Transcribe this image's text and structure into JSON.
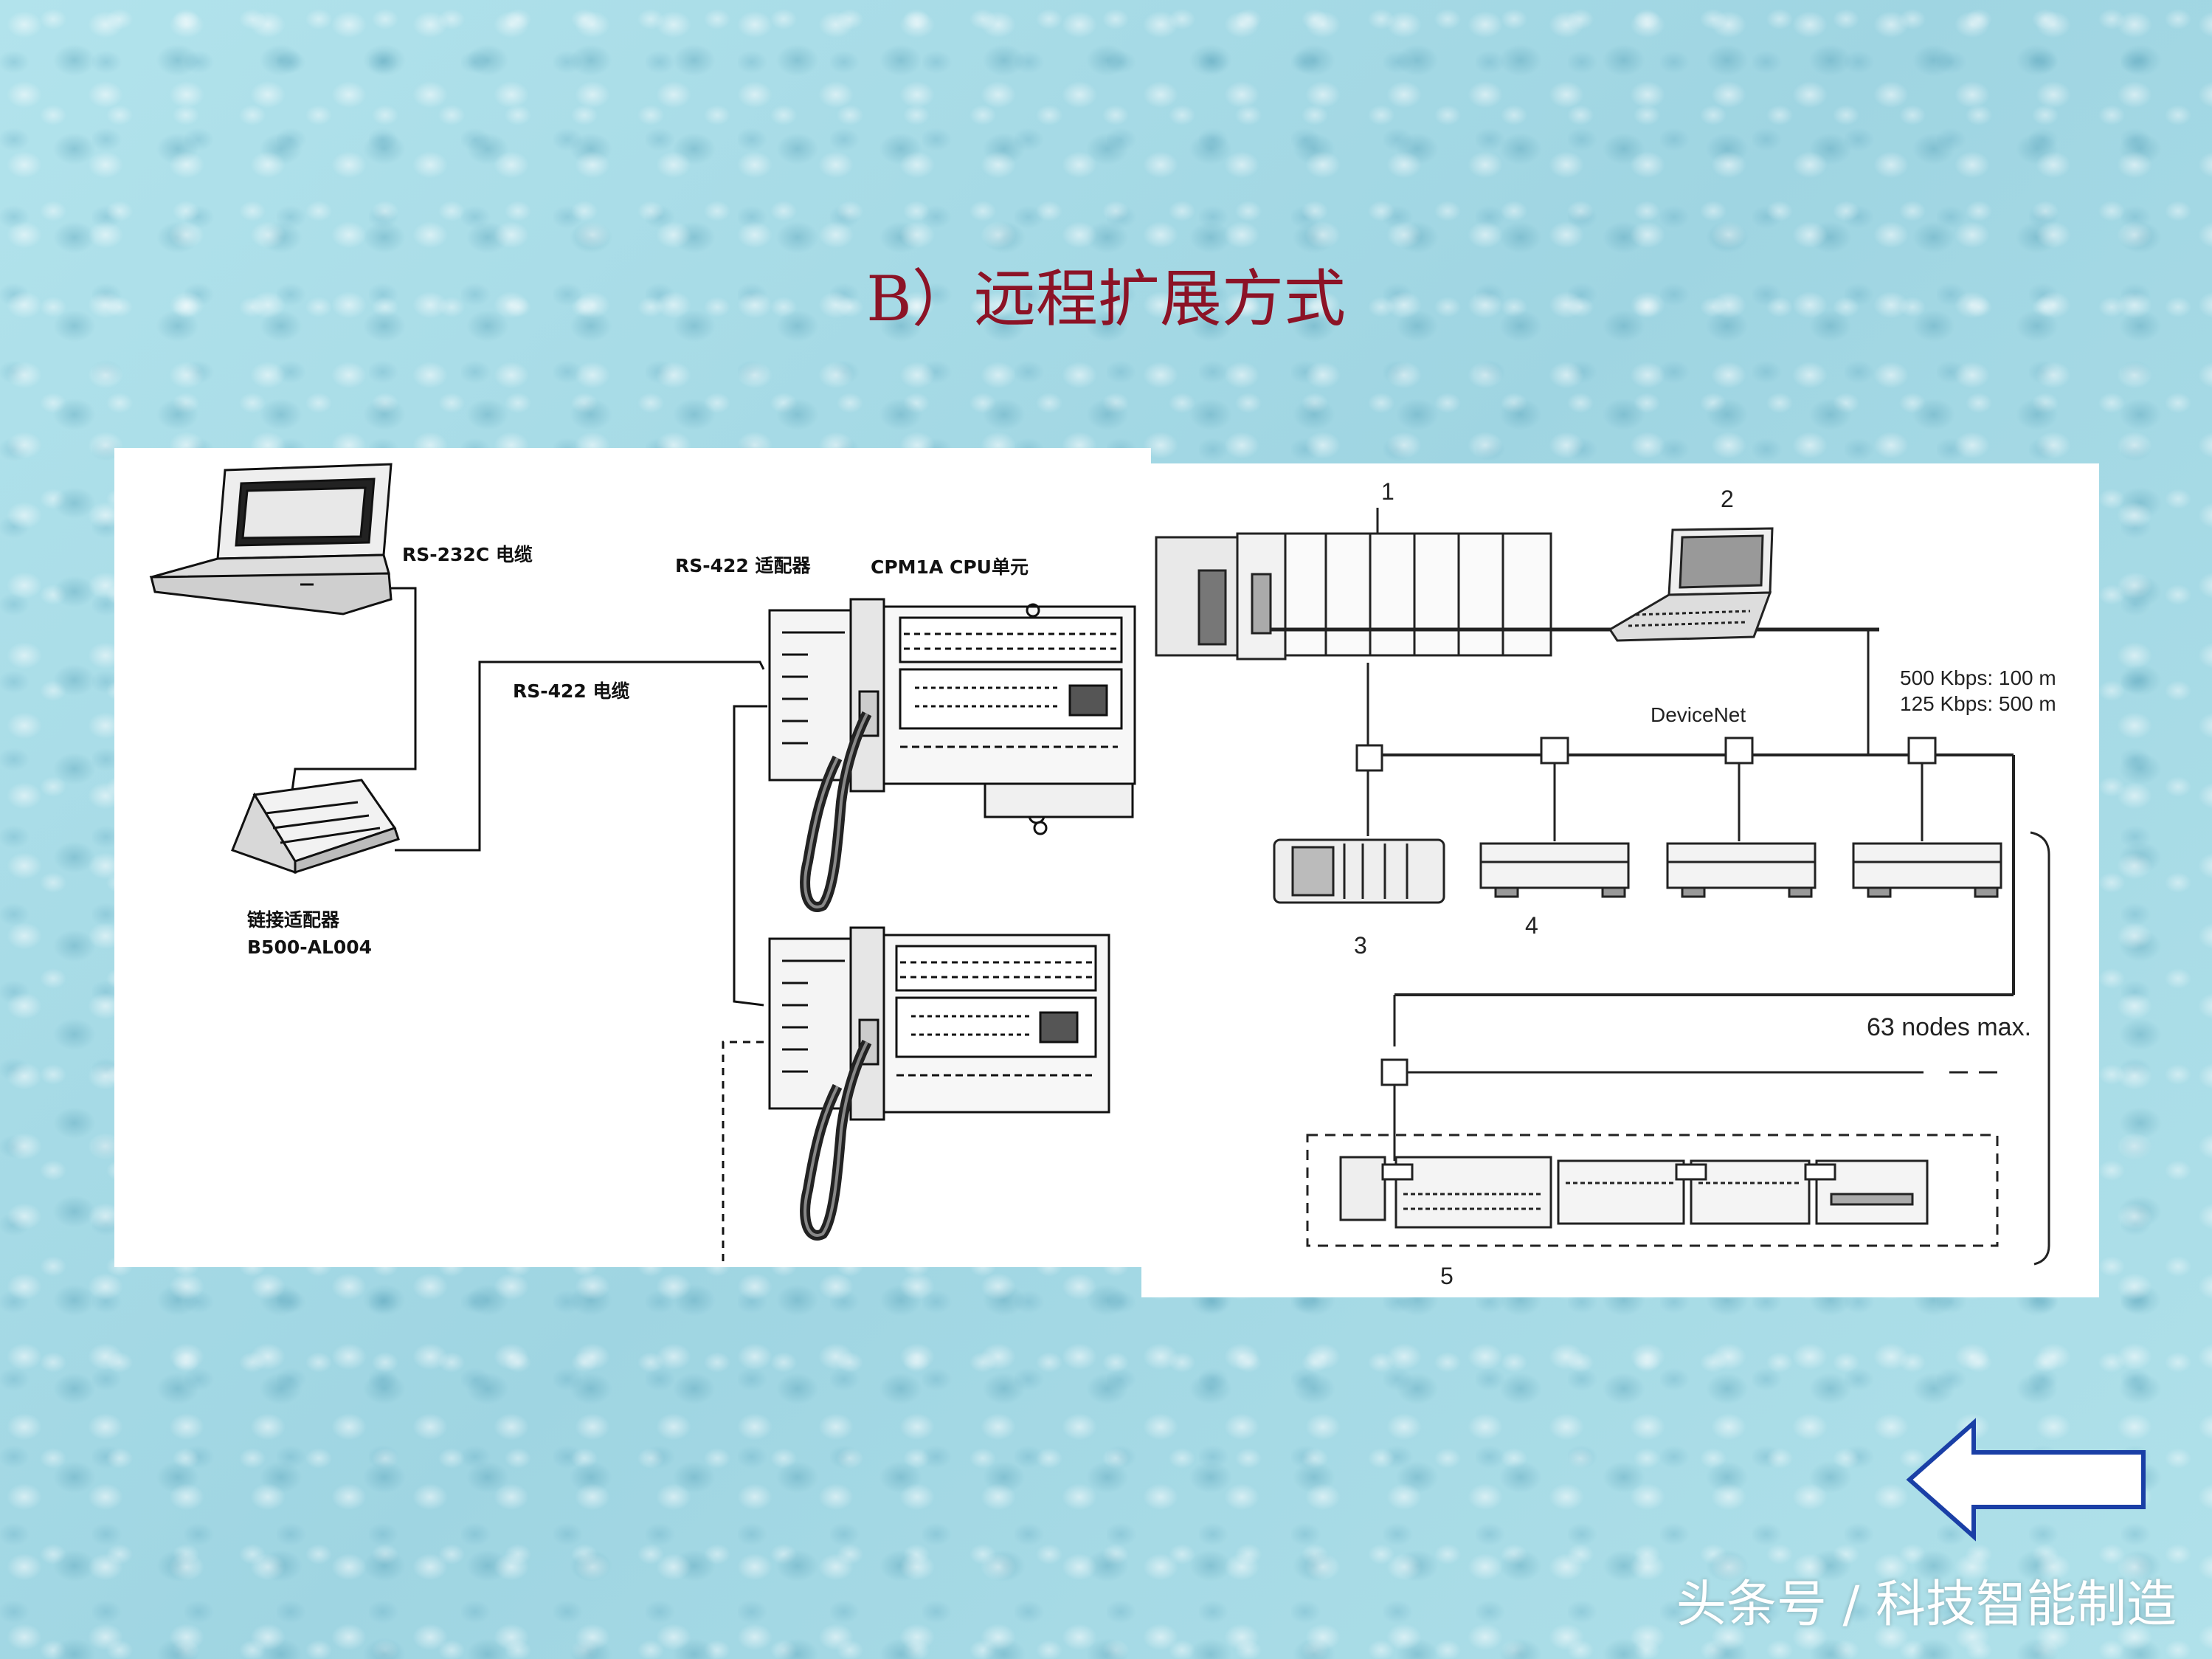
{
  "slide": {
    "title": "B）远程扩展方式"
  },
  "left_diagram": {
    "labels": {
      "rs232c_cable": "RS-232C 电缆",
      "rs422_adapter": "RS-422 适配器",
      "cpu_unit": "CPM1A CPU单元",
      "rs422_cable": "RS-422 电缆",
      "link_adapter": "链接适配器",
      "link_adapter_model": "B500-AL004"
    }
  },
  "right_diagram": {
    "numbers": {
      "n1": "1",
      "n2": "2",
      "n3": "3",
      "n4": "4",
      "n5": "5"
    },
    "labels": {
      "devicenet": "DeviceNet",
      "speed_500": "500 Kbps: 100 m",
      "speed_125": "125 Kbps: 500 m",
      "max_nodes": "63 nodes max."
    }
  },
  "navigation": {
    "back_arrow_icon": "left-arrow-icon",
    "arrow_color": "#1a3fa6"
  },
  "watermark": {
    "text": "头条号 / 科技智能制造"
  }
}
